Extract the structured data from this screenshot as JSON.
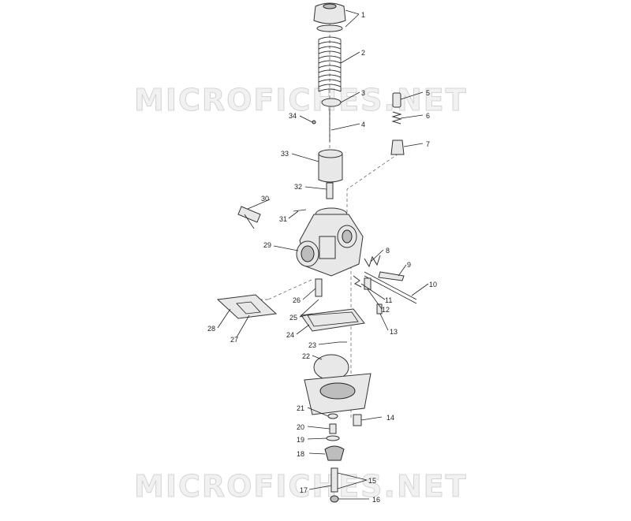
{
  "watermark": {
    "top": "MICROFICHES.NET",
    "bottom": "MICROFICHES.NET"
  },
  "callouts": [
    "1",
    "2",
    "3",
    "4",
    "5",
    "6",
    "7",
    "8",
    "9",
    "10",
    "11",
    "12",
    "13",
    "14",
    "15",
    "16",
    "17",
    "18",
    "19",
    "20",
    "21",
    "22",
    "23",
    "24",
    "25",
    "26",
    "27",
    "28",
    "29",
    "30",
    "31",
    "32",
    "33",
    "34"
  ]
}
